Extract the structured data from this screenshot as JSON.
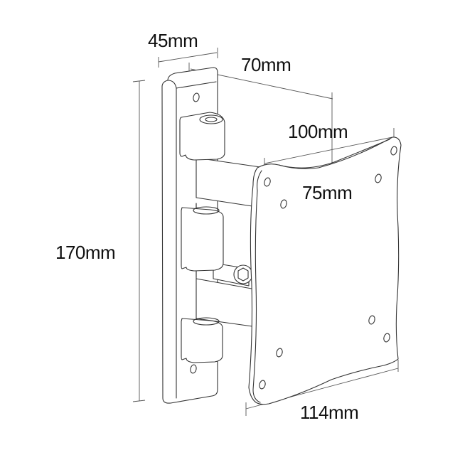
{
  "diagram": {
    "subject": "Swivel wall mount bracket for monitor / TV",
    "colors": {
      "line": "#333333",
      "dimension": "#555555",
      "text": "#111111",
      "background": "#ffffff"
    },
    "dimensions": {
      "depth": "45mm",
      "arm_extension": "70mm",
      "vesa_large": "100mm",
      "vesa_small": "75mm",
      "height": "170mm",
      "plate_width": "114mm"
    }
  }
}
